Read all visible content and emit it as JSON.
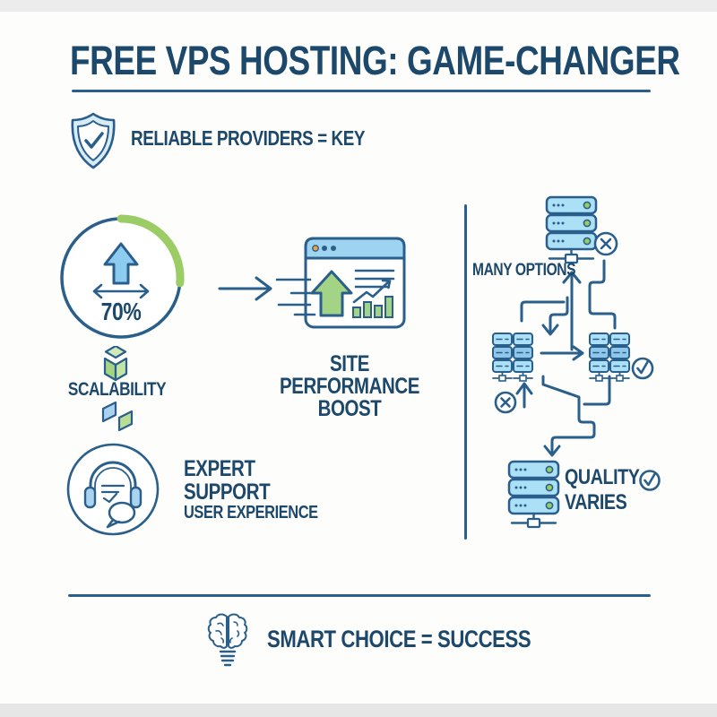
{
  "colors": {
    "navy_text": "#1c486b",
    "line_blue": "#2a5f8c",
    "light_blue_fill": "#ace0f7",
    "mid_blue_fill": "#8ecbf0",
    "green_accent": "#9ccc65",
    "green_fill": "#a3d384",
    "pale_green": "#cfe9b8",
    "orange_dot": "#f0a33c"
  },
  "header": {
    "title": "FREE VPS HOSTING: GAME-CHANGER"
  },
  "reliability": {
    "label": "RELIABLE PROVIDERS = KEY"
  },
  "scalability": {
    "percent": "70%",
    "label": "SCALABILITY"
  },
  "performance": {
    "label": "SITE\nPERFORMANCE\nBOOST"
  },
  "support": {
    "title": "EXPERT\nSUPPORT",
    "subtitle": "USER EXPERIENCE"
  },
  "providers": {
    "top_label": "MANY OPTIONS",
    "bottom_label": "QUALITY\nVARIES"
  },
  "footer": {
    "label": "SMART CHOICE = SUCCESS"
  },
  "icons": {
    "reliability": "shield-check-icon",
    "scalability_gauge": "growth-gauge-icon",
    "scalability_cube": "cube-icon",
    "scalability_layers": "layers-icon",
    "flow": "arrow-right-icon",
    "performance": "browser-growth-icon",
    "support": "headset-chat-icon",
    "servers": "server-stack-icon",
    "reject": "x-circle-icon",
    "approve": "check-circle-icon",
    "footer": "brain-bulb-icon"
  }
}
